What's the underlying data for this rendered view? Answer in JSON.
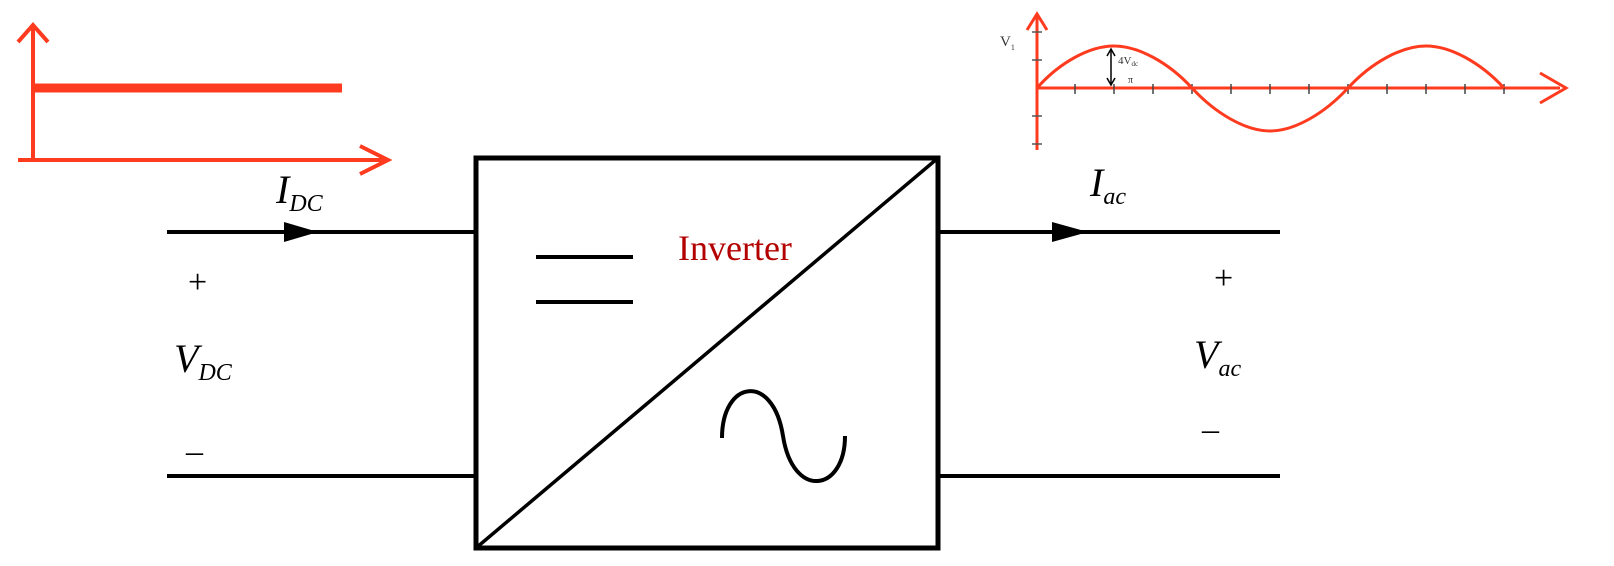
{
  "dc_input": {
    "current_symbol": "I",
    "current_subscript": "DC",
    "voltage_symbol": "V",
    "voltage_subscript": "DC",
    "plus_sign": "+",
    "minus_sign": "–"
  },
  "ac_output": {
    "current_symbol": "I",
    "current_subscript": "ac",
    "voltage_symbol": "V",
    "voltage_subscript": "ac",
    "plus_sign": "+",
    "minus_sign": "–"
  },
  "block": {
    "label": "Inverter",
    "dc_symbol": "dc-bars-icon",
    "ac_symbol": "sine-wave-icon"
  },
  "dc_waveform_plot": {
    "shape": "constant"
  },
  "ac_waveform_plot": {
    "y_label": "V",
    "y_label_subscript": "1",
    "amplitude_label": "4V",
    "amplitude_label_subscript": "dc",
    "axis_mark": "π",
    "shape": "sine"
  },
  "colors": {
    "wire": "#000000",
    "waveform": "#ff3b1f",
    "inverter_label": "#b30000"
  }
}
